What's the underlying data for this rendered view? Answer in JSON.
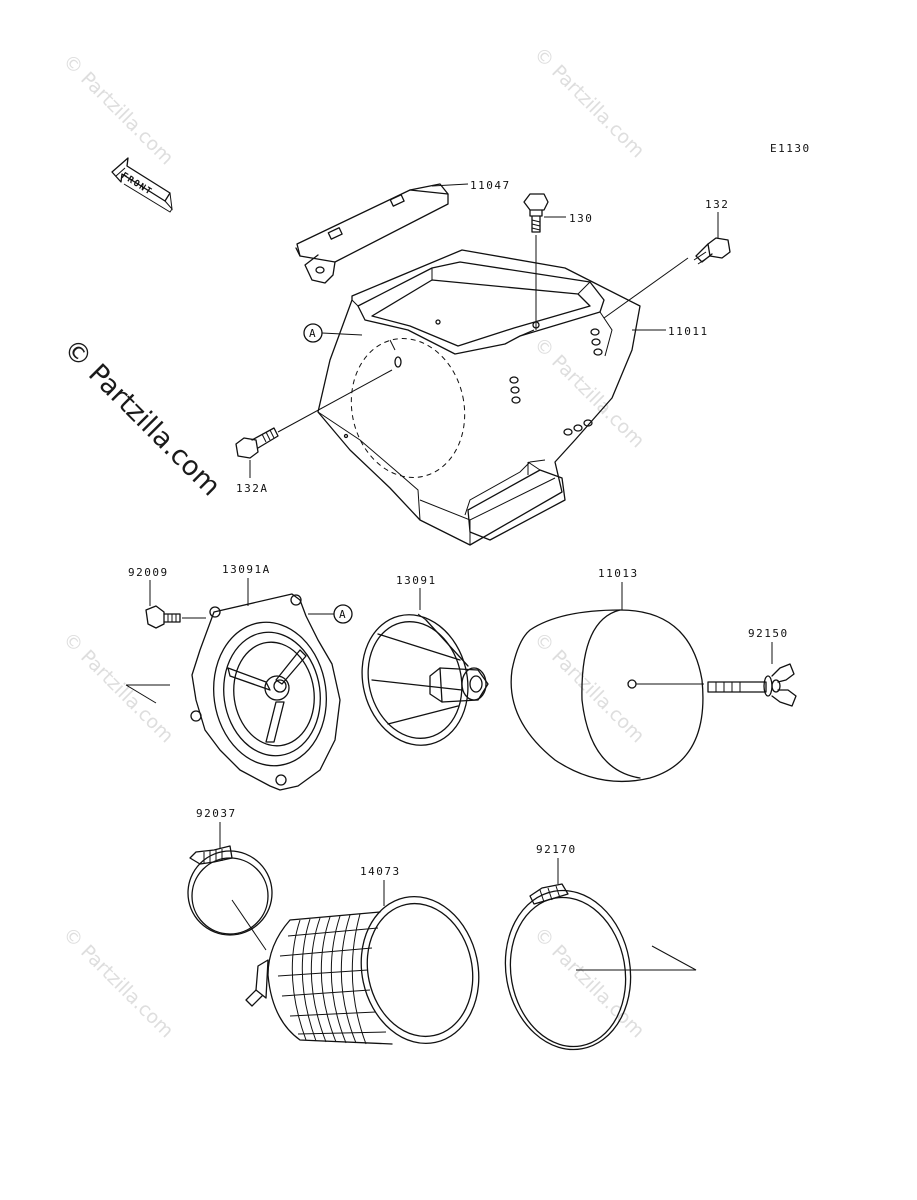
{
  "diagram_code": "E1130",
  "front_label": "FRONT",
  "watermarks": {
    "small": "© Partzilla.com",
    "large": "© Partzilla.com"
  },
  "callout_symbol": "A",
  "parts": [
    {
      "number": "11047",
      "name": "bracket"
    },
    {
      "number": "130",
      "name": "bolt"
    },
    {
      "number": "132",
      "name": "bolt"
    },
    {
      "number": "11011",
      "name": "air-cleaner-case"
    },
    {
      "number": "132A",
      "name": "bolt"
    },
    {
      "number": "92009",
      "name": "screw"
    },
    {
      "number": "13091A",
      "name": "holder"
    },
    {
      "number": "13091",
      "name": "holder"
    },
    {
      "number": "11013",
      "name": "air-filter-element"
    },
    {
      "number": "92150",
      "name": "wing-bolt"
    },
    {
      "number": "92037",
      "name": "clamp"
    },
    {
      "number": "14073",
      "name": "duct"
    },
    {
      "number": "92170",
      "name": "clamp"
    }
  ]
}
